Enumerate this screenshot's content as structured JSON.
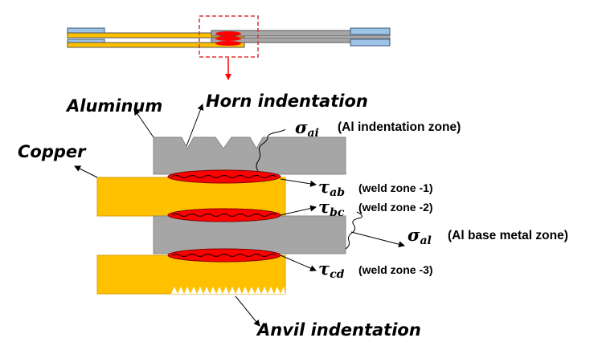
{
  "colors": {
    "aluminum": "#a6a6a6",
    "copper": "#ffc000",
    "weld": "#ff0000",
    "fixture": "#9dc3e6",
    "callout": "#ff0000",
    "text": "#000000"
  },
  "labels": {
    "aluminum": "Aluminum",
    "horn_indentation": "Horn indentation",
    "copper": "Copper",
    "anvil_indentation": "Anvil indentation"
  },
  "stresses": [
    {
      "id": "sigma_ai",
      "symbol": "σ",
      "sub": "ai",
      "description": "(Al indentation zone)"
    },
    {
      "id": "tau_ab",
      "symbol": "τ",
      "sub": "ab",
      "description": "(weld zone -1)"
    },
    {
      "id": "tau_bc",
      "symbol": "τ",
      "sub": "bc",
      "description": "(weld zone -2)"
    },
    {
      "id": "sigma_al",
      "symbol": "σ",
      "sub": "al",
      "description": "(Al base metal zone)"
    },
    {
      "id": "tau_cd",
      "symbol": "τ",
      "sub": "cd",
      "description": "(weld zone -3)"
    }
  ],
  "icons": [
    "arrow-icon",
    "zoom-callout-box"
  ]
}
